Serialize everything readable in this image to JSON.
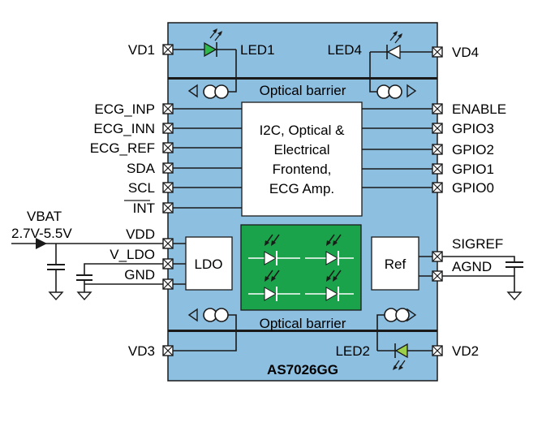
{
  "chip": {
    "name": "AS7026GG"
  },
  "barriers": {
    "top": "Optical barrier",
    "bottom": "Optical barrier"
  },
  "blocks": {
    "frontend_lines": [
      "I2C, Optical &",
      "Electrical",
      "Frontend,",
      "ECG Amp."
    ],
    "ldo": "LDO",
    "ref": "Ref"
  },
  "leds": {
    "led1": "LED1",
    "led2": "LED2",
    "led4": "LED4"
  },
  "pins_left": {
    "vd1": "VD1",
    "ecg_inp": "ECG_INP",
    "ecg_inn": "ECG_INN",
    "ecg_ref": "ECG_REF",
    "sda": "SDA",
    "scl": "SCL",
    "int": "INT",
    "vdd": "VDD",
    "v_ldo": "V_LDO",
    "gnd": "GND",
    "vd3": "VD3"
  },
  "pins_right": {
    "vd4": "VD4",
    "enable": "ENABLE",
    "gpio3": "GPIO3",
    "gpio2": "GPIO2",
    "gpio1": "GPIO1",
    "gpio0": "GPIO0",
    "sigref": "SIGREF",
    "agnd": "AGND",
    "vd2": "VD2"
  },
  "external": {
    "vbat": "VBAT",
    "vbat_range": "2.7V-5.5V"
  },
  "colors": {
    "chip_fill": "#8dbfe1",
    "photodiode_array": "#1aa34a",
    "led_green": "#2db84b",
    "led_yellowgreen": "#9dd04a",
    "wire": "#1a1a1a"
  }
}
